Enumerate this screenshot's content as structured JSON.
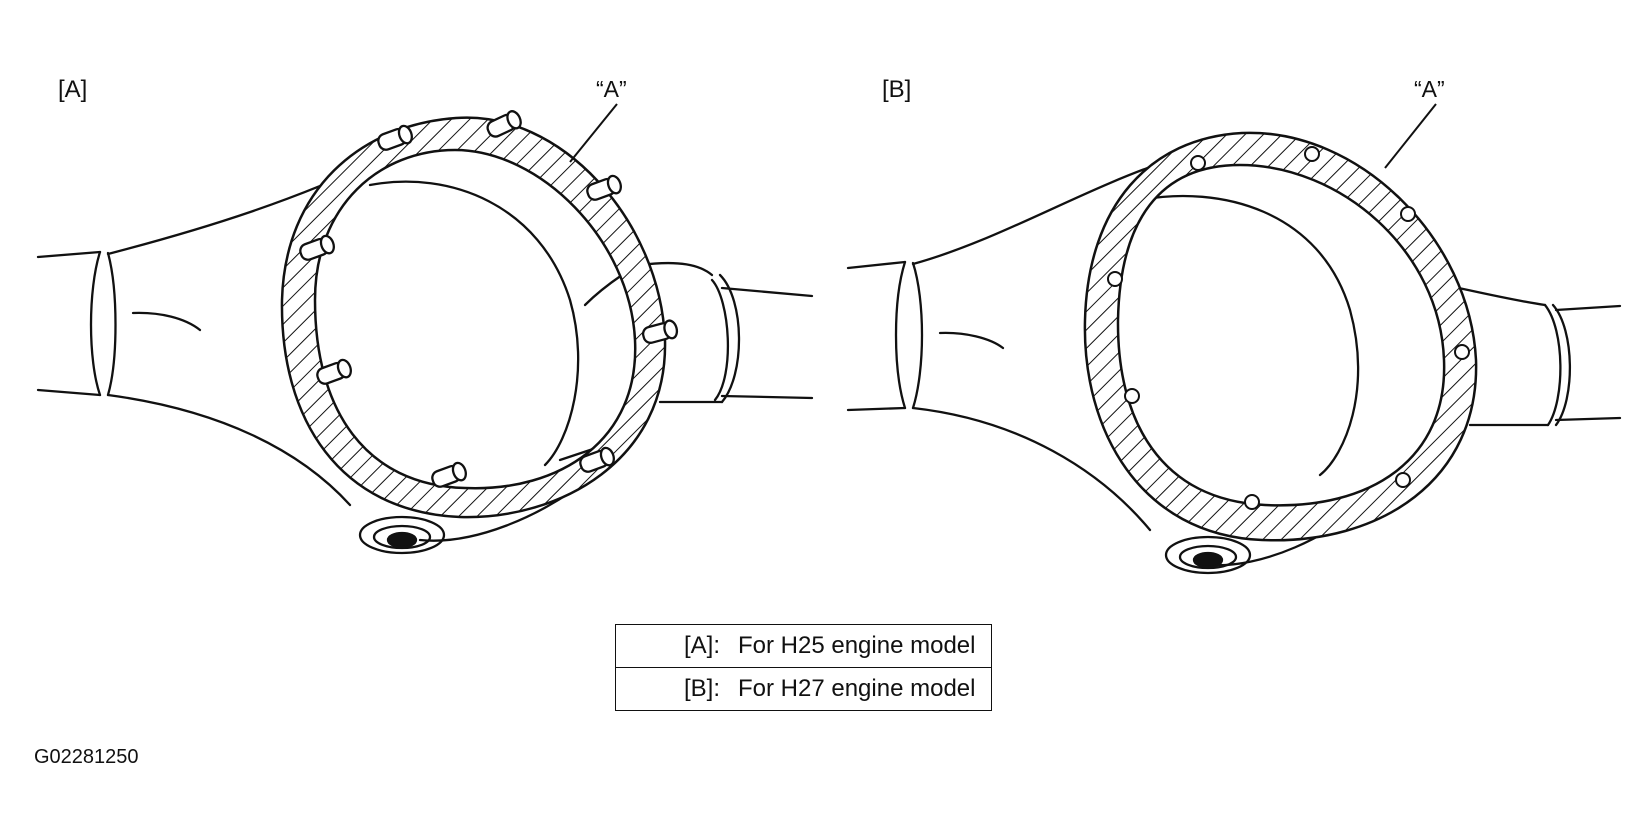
{
  "panels": {
    "a": {
      "label": "[A]",
      "callout": "“A”"
    },
    "b": {
      "label": "[B]",
      "callout": "“A”"
    }
  },
  "legend": {
    "rows": [
      {
        "key": "[A]:",
        "text": "For H25 engine model"
      },
      {
        "key": "[B]:",
        "text": "For H27 engine model"
      }
    ]
  },
  "figure_id": "G02281250"
}
